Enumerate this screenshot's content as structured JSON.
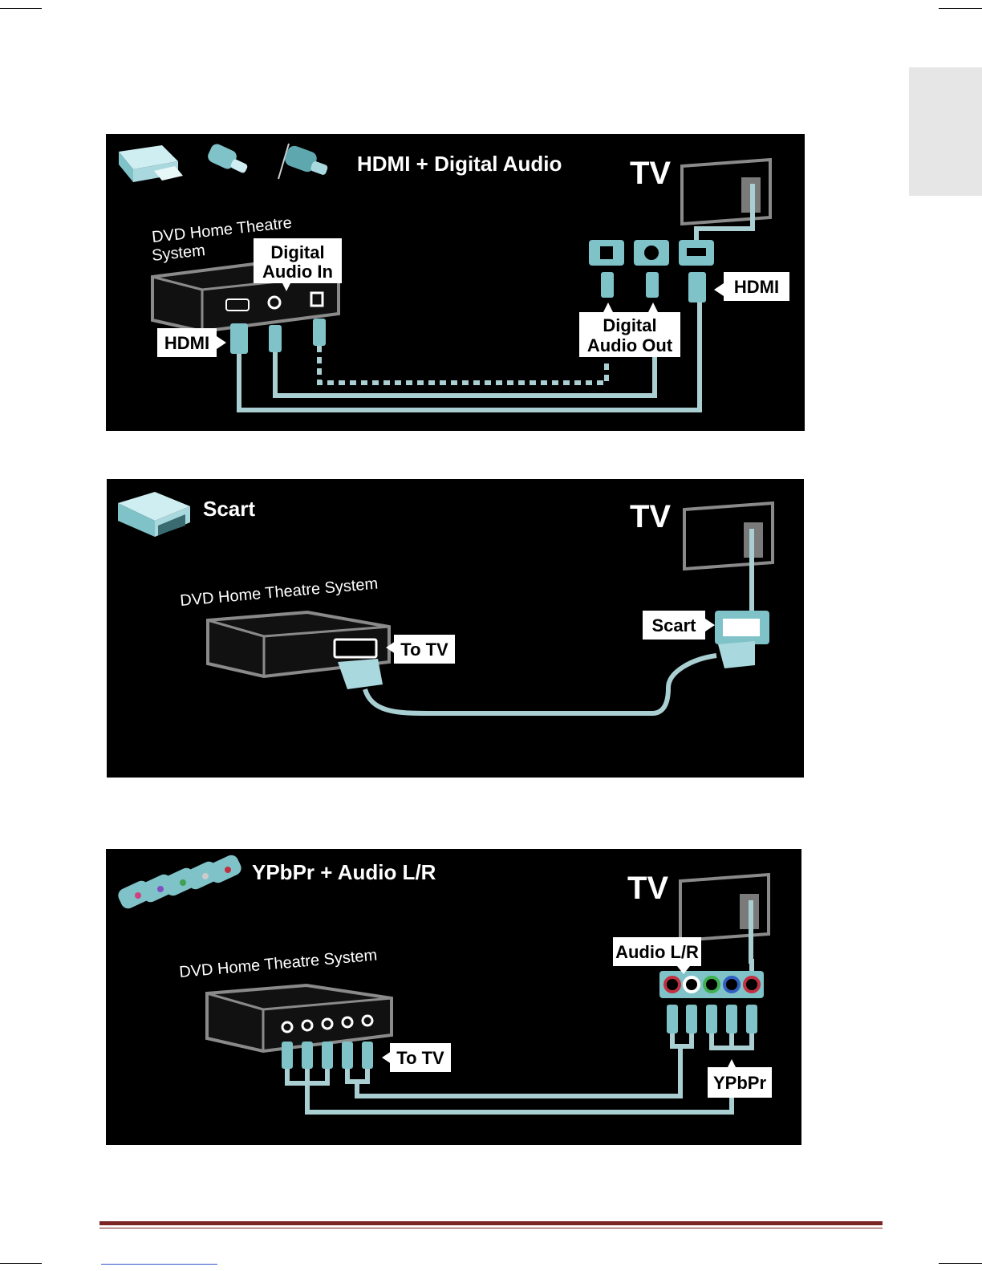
{
  "diagram1": {
    "title": "HDMI + Digital Audio",
    "tv_label": "TV",
    "device_label_line1": "DVD Home Theatre",
    "device_label_line2": "System",
    "callout_digital_in_line1": "Digital",
    "callout_digital_in_line2": "Audio In",
    "callout_hdmi_left": "HDMI",
    "callout_hdmi_right": "HDMI",
    "callout_digital_out_line1": "Digital",
    "callout_digital_out_line2": "Audio Out"
  },
  "diagram2": {
    "title": "Scart",
    "tv_label": "TV",
    "device_label": "DVD Home Theatre System",
    "callout_to_tv": "To TV",
    "callout_scart": "Scart"
  },
  "diagram3": {
    "title": "YPbPr + Audio L/R",
    "tv_label": "TV",
    "device_label": "DVD Home Theatre System",
    "callout_to_tv": "To TV",
    "callout_audio": "Audio L/R",
    "callout_ypbpr": "YPbPr"
  },
  "colors": {
    "cable": "#a9cfd2",
    "connector": "#7fc2c8",
    "device_outline": "#8a8a8a",
    "footer_rule": "#7a2424"
  }
}
